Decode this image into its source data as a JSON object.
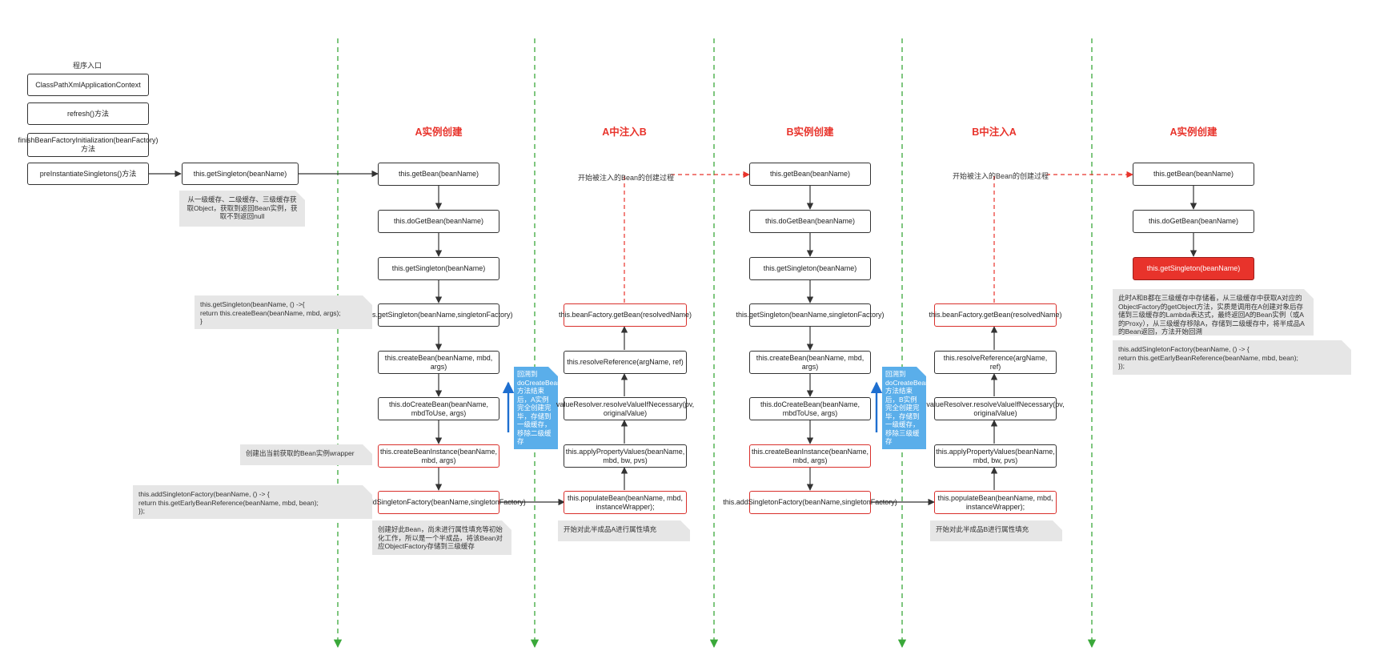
{
  "entry": {
    "title": "程序入口",
    "steps": [
      "ClassPathXmlApplicationContext",
      "refresh()方法",
      "finishBeanFactoryInitialization(beanFactory)方法",
      "preInstantiateSingletons()方法"
    ],
    "get_singleton": "this.getSingleton(beanName)",
    "get_singleton_note": "从一级缓存、二级缓存、三级缓存获取Object，获取到返回Bean实例，获取不到返回null"
  },
  "sections": [
    {
      "title": "A实例创建"
    },
    {
      "title": "A中注入B"
    },
    {
      "title": "B实例创建"
    },
    {
      "title": "B中注入A"
    },
    {
      "title": "A实例创建"
    }
  ],
  "create_a": {
    "boxes": [
      "this.getBean(beanName)",
      "this.doGetBean(beanName)",
      "this.getSingleton(beanName)",
      "this.getSingleton(beanName,singletonFactory)",
      "this.createBean(beanName, mbd, args)",
      "this.doCreateBean(beanName, mbdToUse, args)",
      "this.createBeanInstance(beanName, mbd, args)",
      "this.addSingletonFactory(beanName,singletonFactory)"
    ],
    "note_get_singleton": "this.getSingleton(beanName, () ->{\n        return this.createBean(beanName, mbd, args);\n}",
    "note_create_instance": "创建出当前获取的Bean实例wrapper",
    "note_add_factory": "this.addSingletonFactory(beanName, () -> {\n        return this.getEarlyBeanReference(beanName, mbd, bean);\n});",
    "note_below": "创建好此Bean，尚未进行属性填充等初始化工作，所以是一个半成品，将该Bean对应ObjectFactory存储到三级缓存",
    "callback_note": "回溯到doCreateBean方法结束后，A实例完全创建完毕，存储到一级缓存，移除二级缓存"
  },
  "inject_b": {
    "start_label": "开始被注入的Bean的创建过程",
    "boxes": [
      "this.beanFactory.getBean(resolvedName)",
      "this.resolveReference(argName, ref)",
      "valueResolver.resolveValueIfNecessary(pv, originalValue)",
      "this.applyPropertyValues(beanName, mbd, bw, pvs)",
      "this.populateBean(beanName, mbd, instanceWrapper);"
    ],
    "note": "开始对此半成品A进行属性填充"
  },
  "create_b": {
    "boxes": [
      "this.getBean(beanName)",
      "this.doGetBean(beanName)",
      "this.getSingleton(beanName)",
      "this.getSingleton(beanName,singletonFactory)",
      "this.createBean(beanName, mbd, args)",
      "this.doCreateBean(beanName, mbdToUse, args)",
      "this.createBeanInstance(beanName, mbd, args)",
      "this.addSingletonFactory(beanName,singletonFactory)"
    ],
    "callback_note": "回溯到doCreateBean方法结束后，B实例完全创建完毕，存储到一级缓存，移除三级缓存"
  },
  "inject_a": {
    "start_label": "开始被注入的Bean的创建过程",
    "boxes": [
      "this.beanFactory.getBean(resolvedName)",
      "this.resolveReference(argName, ref)",
      "valueResolver.resolveValueIfNecessary(pv, originalValue)",
      "this.applyPropertyValues(beanName, mbd, bw, pvs)",
      "this.populateBean(beanName, mbd, instanceWrapper);"
    ],
    "note": "开始对此半成品B进行属性填充"
  },
  "create_a2": {
    "boxes": [
      "this.getBean(beanName)",
      "this.doGetBean(beanName)",
      "this.getSingleton(beanName)"
    ],
    "note_main": "此时A和B都在三级缓存中存储着，从三级缓存中获取A对应的ObjectFactory的getObject方法，实质是调用在A创建对象后存储到三级缓存的Lambda表达式，最终返回A的Bean实例（或A的Proxy），从三级缓存移除A，存储到二级缓存中，将半成品A的Bean返回，方法开始回溯",
    "note_code": "this.addSingletonFactory(beanName, () -> {\n        return this.getEarlyBeanReference(beanName, mbd, bean);\n});"
  },
  "colors": {
    "accent_red": "#e8332b",
    "divider_green": "#3aa83a",
    "callback_blue": "#5aaeea",
    "arrow_blue": "#1e6fd0",
    "note_gray": "#e6e6e6"
  }
}
